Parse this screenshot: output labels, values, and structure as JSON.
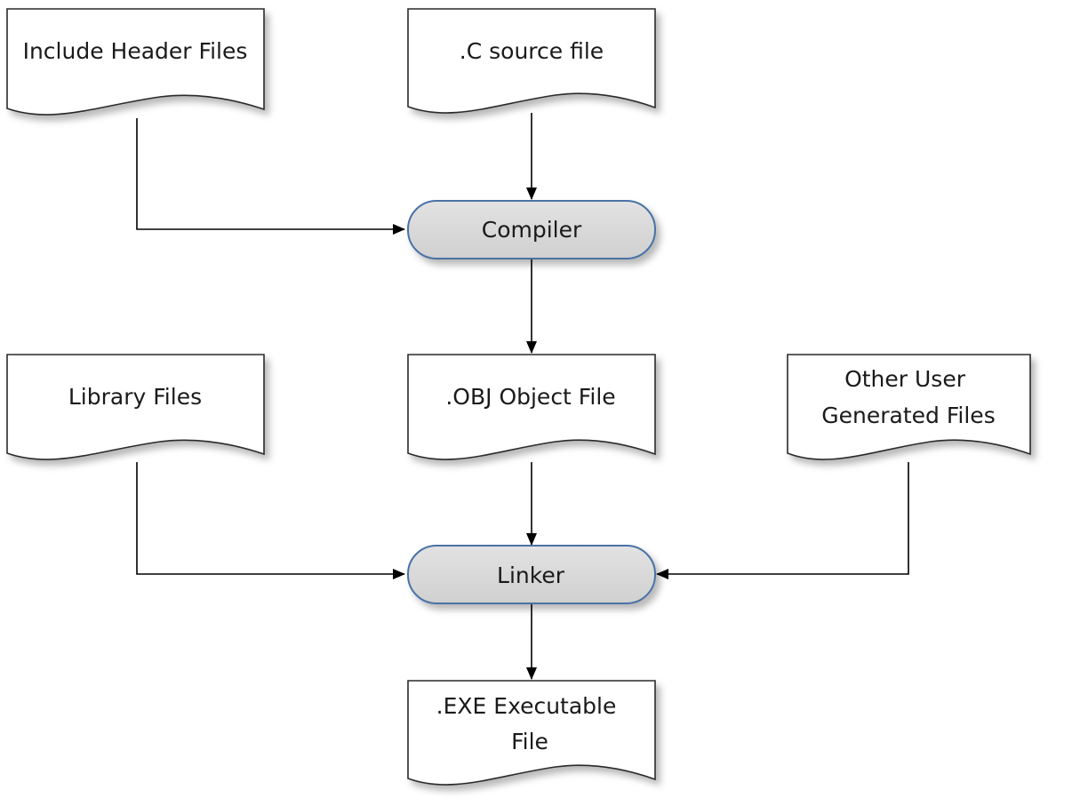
{
  "nodes": {
    "include_headers": {
      "lines": [
        "Include Header Files"
      ]
    },
    "c_source": {
      "lines": [
        ".C source file"
      ]
    },
    "compiler": {
      "lines": [
        "Compiler"
      ]
    },
    "library_files": {
      "lines": [
        "Library Files"
      ]
    },
    "obj_file": {
      "lines": [
        ".OBJ Object File"
      ]
    },
    "other_user_files": {
      "lines": [
        "Other User",
        "Generated Files"
      ]
    },
    "linker": {
      "lines": [
        "Linker"
      ]
    },
    "exe_file": {
      "lines": [
        ".EXE Executable",
        "File"
      ]
    }
  },
  "edges": [
    {
      "from": "include_headers",
      "to": "compiler"
    },
    {
      "from": "c_source",
      "to": "compiler"
    },
    {
      "from": "compiler",
      "to": "obj_file"
    },
    {
      "from": "library_files",
      "to": "linker"
    },
    {
      "from": "obj_file",
      "to": "linker"
    },
    {
      "from": "other_user_files",
      "to": "linker"
    },
    {
      "from": "linker",
      "to": "exe_file"
    }
  ],
  "colors": {
    "process_fill": "#d9d9d9",
    "process_border": "#4a72a6",
    "document_border": "#2b2b2b",
    "connector": "#000000"
  }
}
